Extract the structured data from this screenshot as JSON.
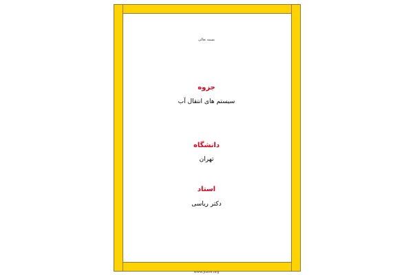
{
  "header": {
    "basmala": "بسمه تعالی"
  },
  "sections": [
    {
      "heading": "جزوه",
      "value": "سیستم های انتقال آب"
    },
    {
      "heading": "دانشگاه",
      "value": "تهران"
    },
    {
      "heading": "استاد",
      "value": "دکتر ریاسی"
    }
  ],
  "footer": {
    "url": "www.jozve.org"
  },
  "colors": {
    "frame": "#ffd200",
    "heading": "#e0001a"
  }
}
